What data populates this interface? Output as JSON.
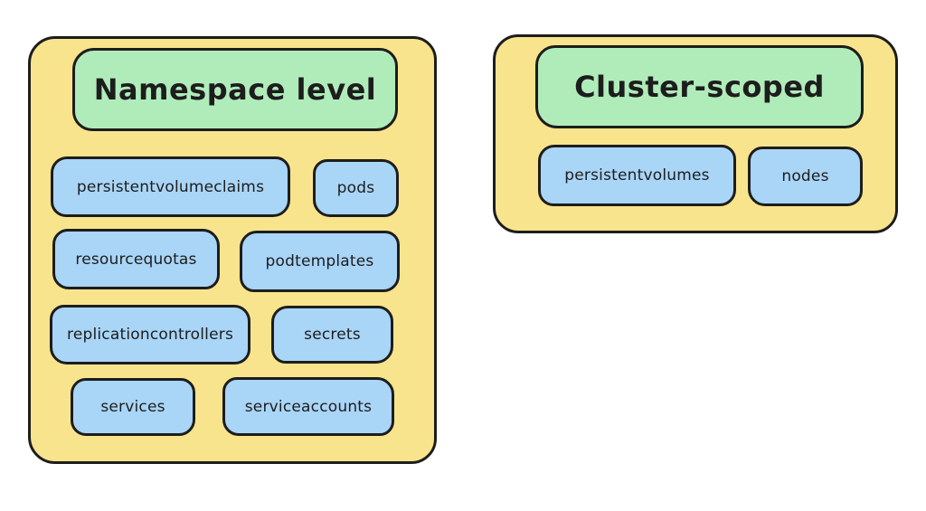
{
  "groups": [
    {
      "title": "Namespace level",
      "items": [
        "persistentvolumeclaims",
        "pods",
        "resourcequotas",
        "podtemplates",
        "replicationcontrollers",
        "secrets",
        "services",
        "serviceaccounts"
      ]
    },
    {
      "title": "Cluster-scoped",
      "items": [
        "persistentvolumes",
        "nodes"
      ]
    }
  ],
  "colors": {
    "group_fill": "#f8e48c",
    "title_fill": "#b0ecba",
    "item_fill": "#a9d5f7",
    "stroke": "#1d1d1d",
    "page_background": "#ffffff"
  }
}
